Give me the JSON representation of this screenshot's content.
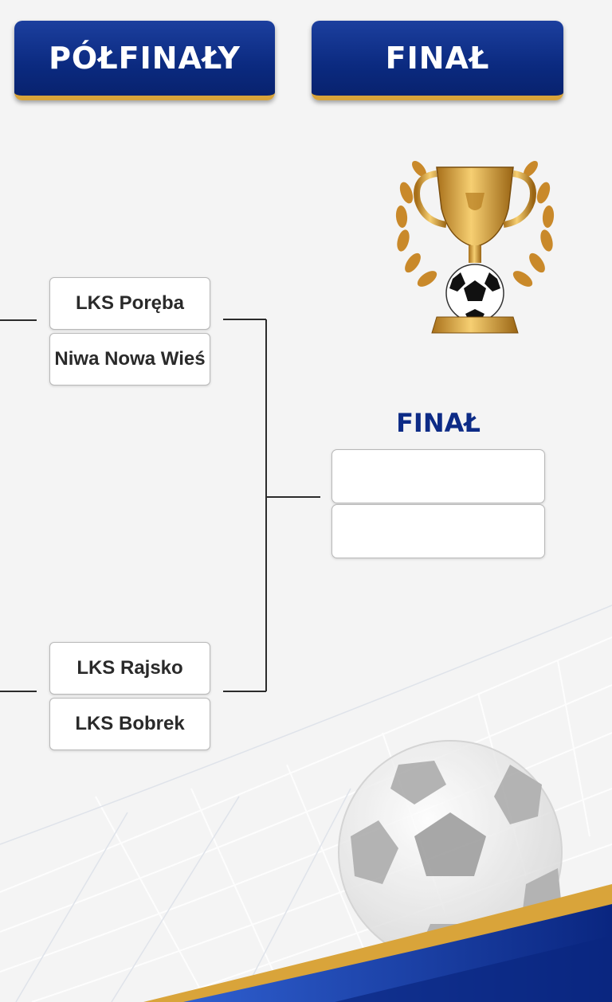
{
  "header": {
    "semifinal_label": "PÓŁFINAŁY",
    "final_label": "FINAŁ"
  },
  "semifinals": [
    {
      "team1": "LKS Poręba",
      "team2": "Niwa Nowa Wieś"
    },
    {
      "team1": "LKS Rajsko",
      "team2": "LKS Bobrek"
    }
  ],
  "final": {
    "label": "FINAŁ",
    "team1": "",
    "team2": ""
  },
  "colors": {
    "header_blue": "#0b2a80",
    "gold": "#d9a43a",
    "final_text": "#0d2b86"
  },
  "icons": [
    "trophy-icon",
    "soccer-ball-icon",
    "laurel-icon"
  ]
}
